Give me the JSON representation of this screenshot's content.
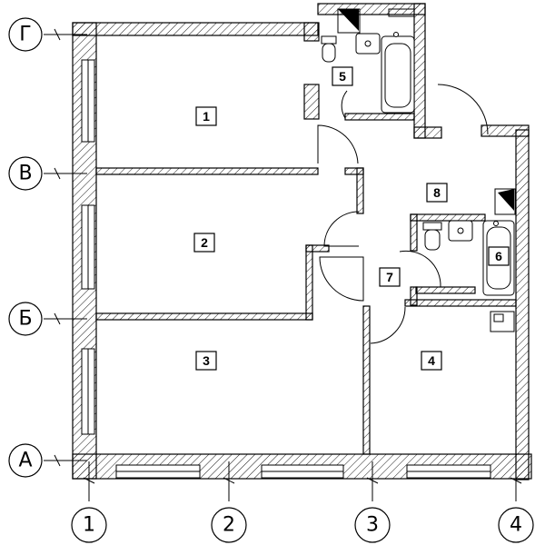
{
  "axes": {
    "rows": [
      "Г",
      "В",
      "Б",
      "А"
    ],
    "columns": [
      "1",
      "2",
      "3",
      "4"
    ]
  },
  "rooms": [
    "1",
    "2",
    "3",
    "4",
    "5",
    "6",
    "7",
    "8"
  ]
}
